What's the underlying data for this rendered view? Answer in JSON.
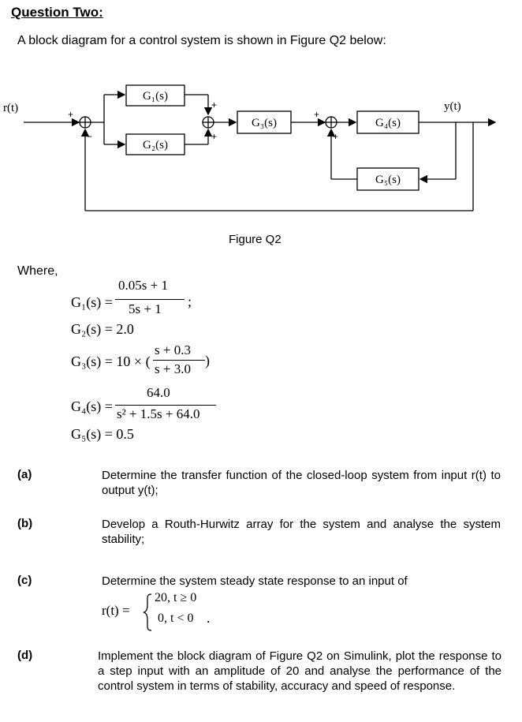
{
  "heading": "Question Two:",
  "intro": "A block diagram for a control system is shown in Figure Q2 below:",
  "diagram": {
    "input": "r(t)",
    "output": "y(t)",
    "blocks": {
      "g1": "G₁(s)",
      "g2": "G₂(s)",
      "g3": "G₃(s)",
      "g4": "G₄(s)",
      "g5": "G₅(s)"
    },
    "signs": {
      "plus": "+",
      "minus": "−"
    }
  },
  "figure_caption": "Figure Q2",
  "where": "Where,",
  "equations": {
    "g1_lhs": "G₁(s) =",
    "g1_num": "0.05s + 1",
    "g1_den": "5s + 1",
    "g1_tail": ";",
    "g2": "G₂(s) = 2.0",
    "g3_lhs": "G₃(s) = 10 × (",
    "g3_num": "s + 0.3",
    "g3_den": "s + 3.0",
    "g3_tail": ")",
    "g4_lhs": "G₄(s) =",
    "g4_num": "64.0",
    "g4_den": "s² + 1.5s + 64.0",
    "g5": "G₅(s) = 0.5"
  },
  "questions": [
    {
      "label": "(a)",
      "text": "Determine the transfer function of the closed-loop system from input r(t) to output y(t);"
    },
    {
      "label": "(b)",
      "text": "Develop a Routh-Hurwitz array for the system and analyse the system stability;"
    },
    {
      "label": "(c)",
      "text": "Determine the system steady state response to an input of"
    },
    {
      "label": "(d)",
      "text": "Implement the block diagram of Figure Q2 on Simulink, plot the response to a step input with an amplitude of 20 and analyse the performance of the control system in terms of stability, accuracy and speed of response."
    }
  ],
  "input_def": {
    "lhs": "r(t) =",
    "case1": "20, t ≥ 0",
    "case2": "0, t < 0",
    "tail": "."
  }
}
